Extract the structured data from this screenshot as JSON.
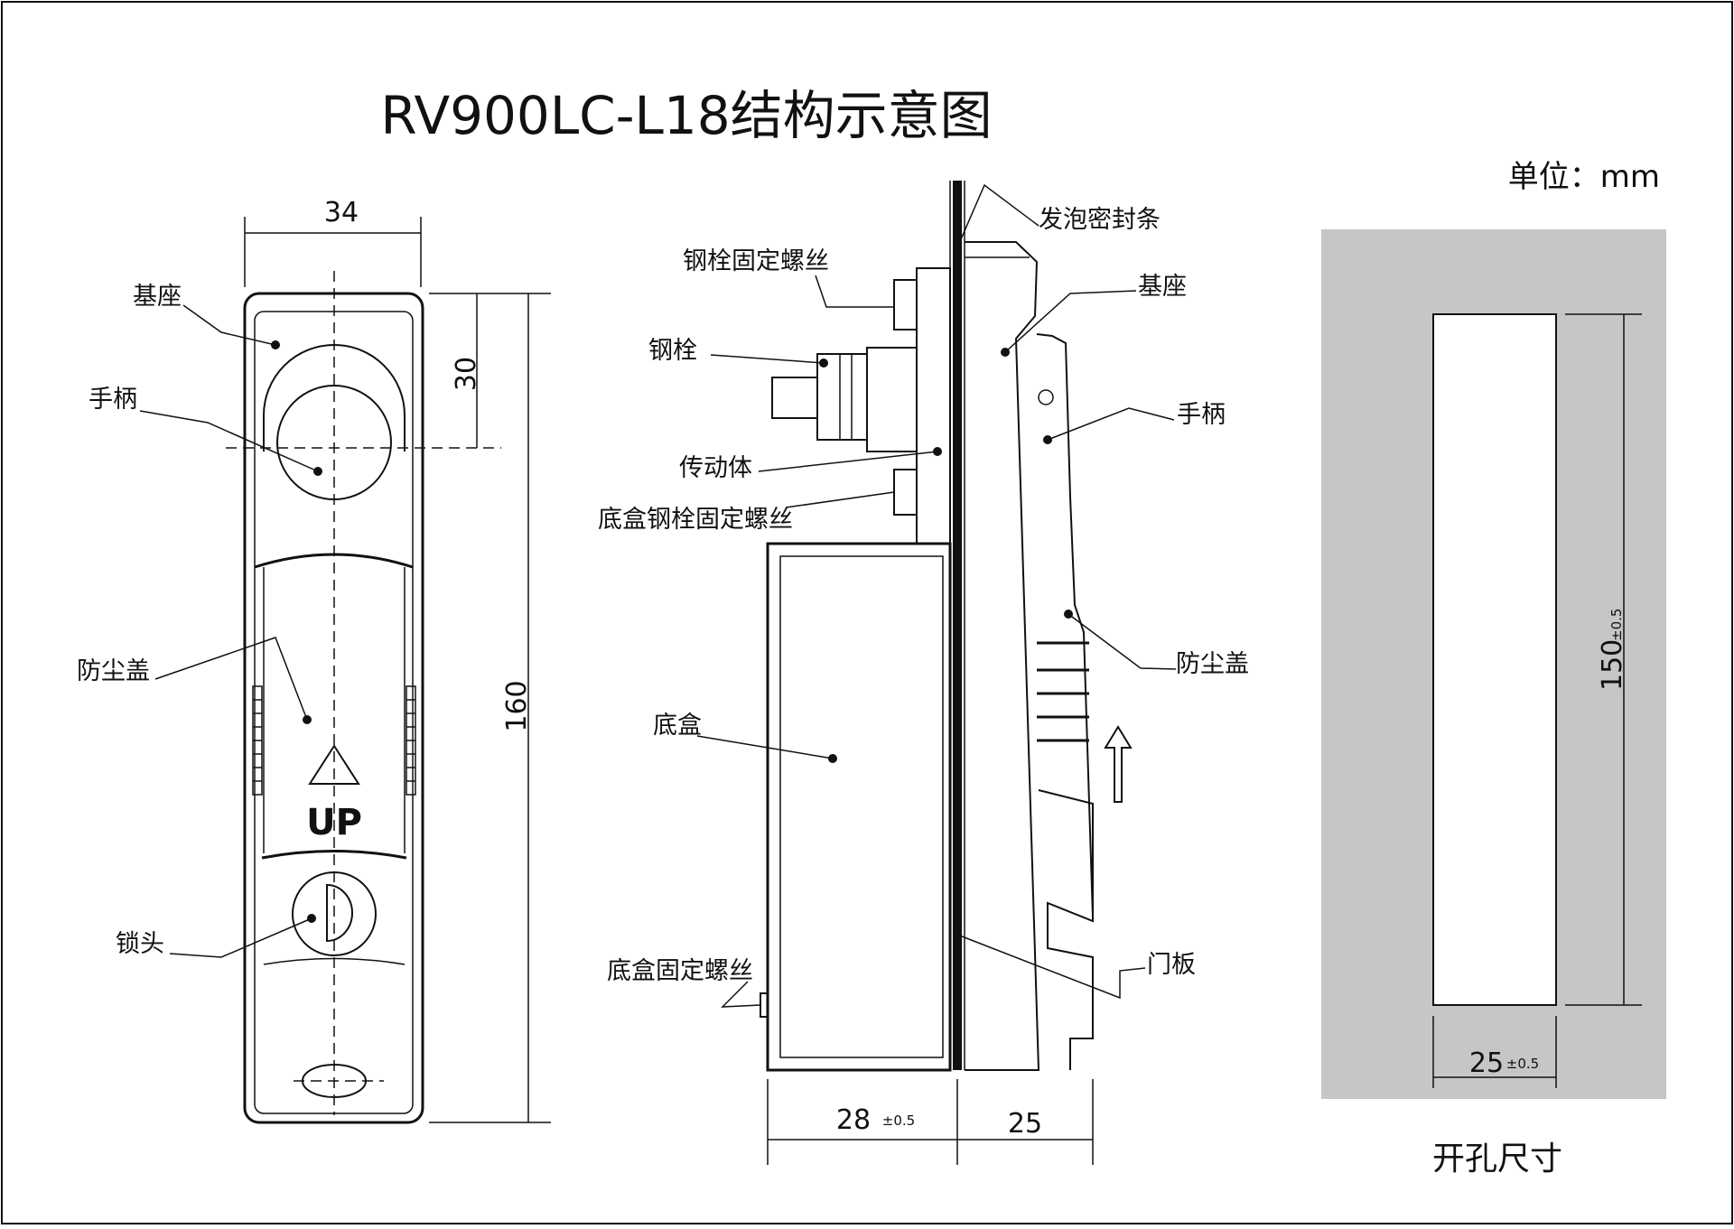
{
  "title": "RV900LC-L18结构示意图",
  "unit": "单位：mm",
  "front_view": {
    "labels": {
      "base": "基座",
      "handle": "手柄",
      "dust_cover": "防尘盖",
      "lock": "锁头"
    },
    "dimensions": {
      "width": "34",
      "handle_offset": "30",
      "height": "160"
    },
    "up_mark": "UP"
  },
  "side_view": {
    "labels": {
      "foam_seal": "发泡密封条",
      "bolt_screw": "钢栓固定螺丝",
      "base": "基座",
      "steel_bolt": "钢栓",
      "handle": "手柄",
      "transmission": "传动体",
      "box_bolt_screw": "底盒钢栓固定螺丝",
      "dust_cover": "防尘盖",
      "bottom_box": "底盒",
      "door_panel": "门板",
      "box_screw": "底盒固定螺丝"
    },
    "dimensions": {
      "depth": "28",
      "depth_tol": "±0.5",
      "front": "25"
    }
  },
  "cutout": {
    "height": "150",
    "height_tol": "±0.5",
    "width": "25",
    "width_tol": "±0.5",
    "caption": "开孔尺寸"
  }
}
